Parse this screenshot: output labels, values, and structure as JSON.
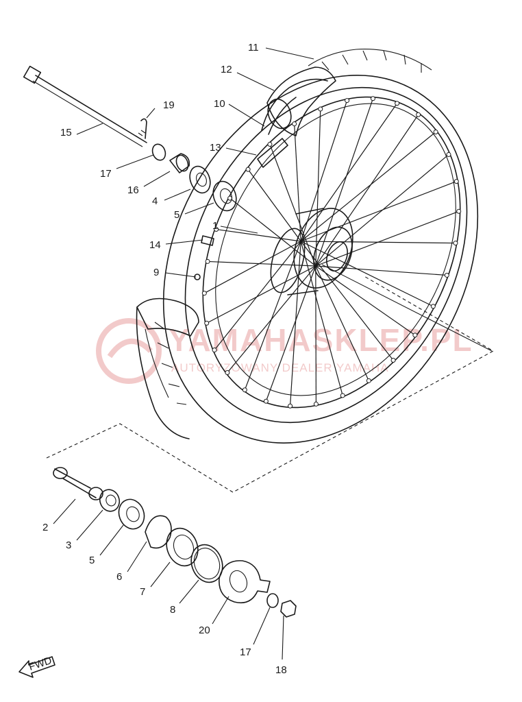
{
  "callouts": {
    "c1": "1",
    "c2": "2",
    "c3": "3",
    "c4": "4",
    "c5_upper": "5",
    "c5_lower": "5",
    "c6": "6",
    "c7": "7",
    "c8": "8",
    "c9": "9",
    "c10": "10",
    "c11": "11",
    "c12": "12",
    "c13": "13",
    "c14": "14",
    "c15": "15",
    "c16": "16",
    "c17_upper": "17",
    "c17_lower": "17",
    "c18": "18",
    "c19": "19",
    "c20": "20"
  },
  "fwd_label": "FWD",
  "watermark": {
    "title": "YAMAHASKLEP.PL",
    "subtitle": "AUTORYZOWANY DEALER YAMAHA",
    "color": "#e8a0a0"
  }
}
